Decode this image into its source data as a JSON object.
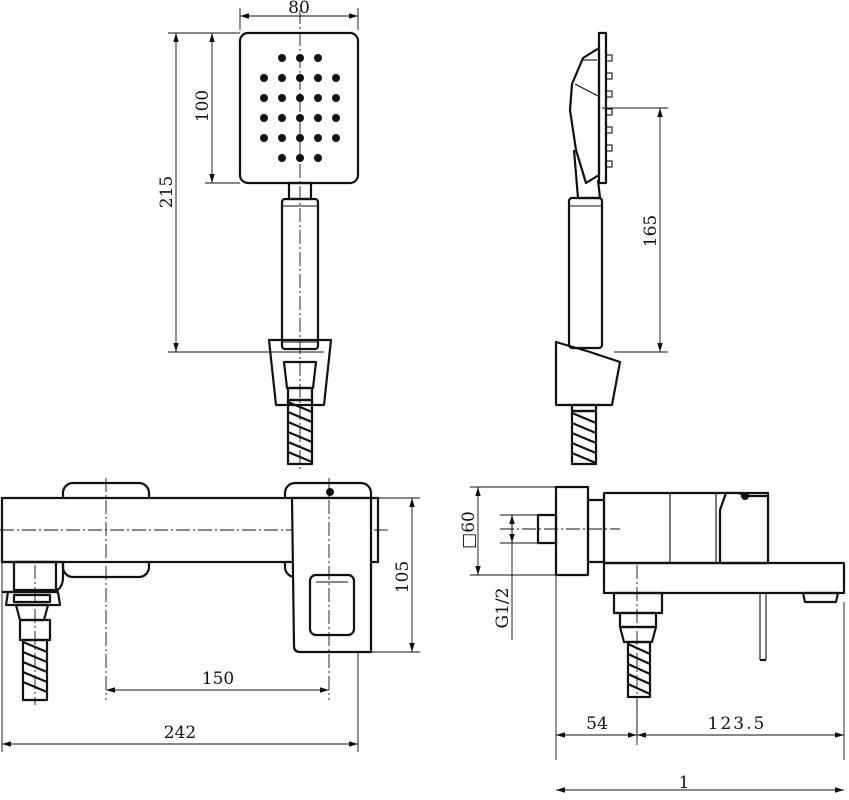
{
  "dimensions": {
    "handshower_width": "80",
    "head_height": "100",
    "handshower_length": "215",
    "side_length": "165",
    "body_height": "105",
    "inlet_spacing": "150",
    "body_width": "242",
    "escutcheon_size": "□60",
    "thread": "G1/2",
    "wall_offset": "54",
    "spout_projection": "123.5",
    "total_depth_partial": "1"
  }
}
